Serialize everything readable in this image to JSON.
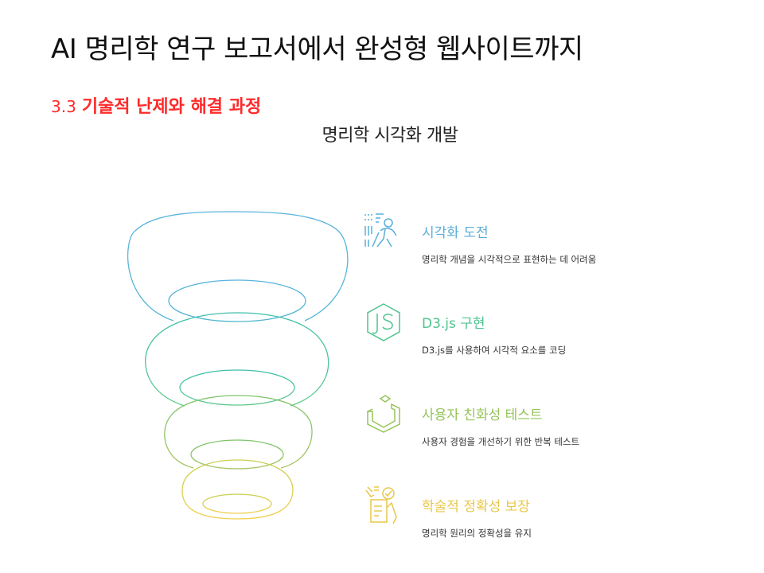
{
  "slide": {
    "title": "AI 명리학 연구 보고서에서 완성형 웹사이트까지",
    "section_number": "3.3",
    "section_title": "기술적 난제와 해결 과정"
  },
  "diagram": {
    "title": "명리학 시각화 개발",
    "type": "funnel",
    "stages": [
      {
        "label": "시각화 도전",
        "description": "명리학 개념을 시각적으로 표현하는 데 어려움",
        "icon": "accessibility-person-icon",
        "color": "#5aaed8"
      },
      {
        "label": "D3.js 구현",
        "description": "D3.js를 사용하여 시각적 요소를 코딩",
        "icon": "js-hexagon-icon",
        "color": "#4fc48e"
      },
      {
        "label": "사용자 친화성 테스트",
        "description": "사용자 경험을 개선하기 위한 반복 테스트",
        "icon": "cube-blocks-icon",
        "color": "#96c45a"
      },
      {
        "label": "학술적 정확성 보장",
        "description": "명리학 원리의 정확성을 유지",
        "icon": "document-check-icon",
        "color": "#e8c84a"
      }
    ]
  }
}
